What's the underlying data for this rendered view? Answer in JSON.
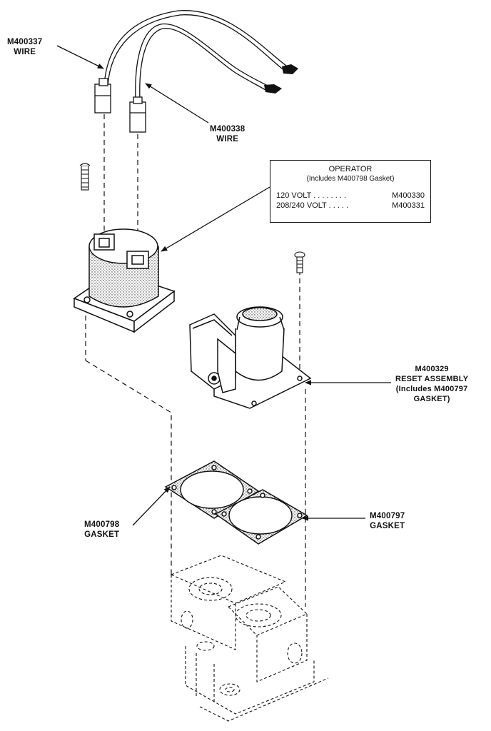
{
  "labels": {
    "wire_337": [
      "M400337",
      "WIRE"
    ],
    "wire_338": [
      "M400338",
      "WIRE"
    ],
    "reset": [
      "M400329",
      "RESET ASSEMBLY",
      "(Includes M400797",
      "GASKET)"
    ],
    "gasket_798": [
      "M400798",
      "GASKET"
    ],
    "gasket_797": [
      "M400797",
      "GASKET"
    ]
  },
  "operator_box": {
    "title": "OPERATOR",
    "subtitle": "(Includes M400798 Gasket)",
    "rows": [
      {
        "name": "120 VOLT . . . . . . . .",
        "part": "M400330"
      },
      {
        "name": "208/240 VOLT . . . . .",
        "part": "M400331"
      }
    ]
  }
}
